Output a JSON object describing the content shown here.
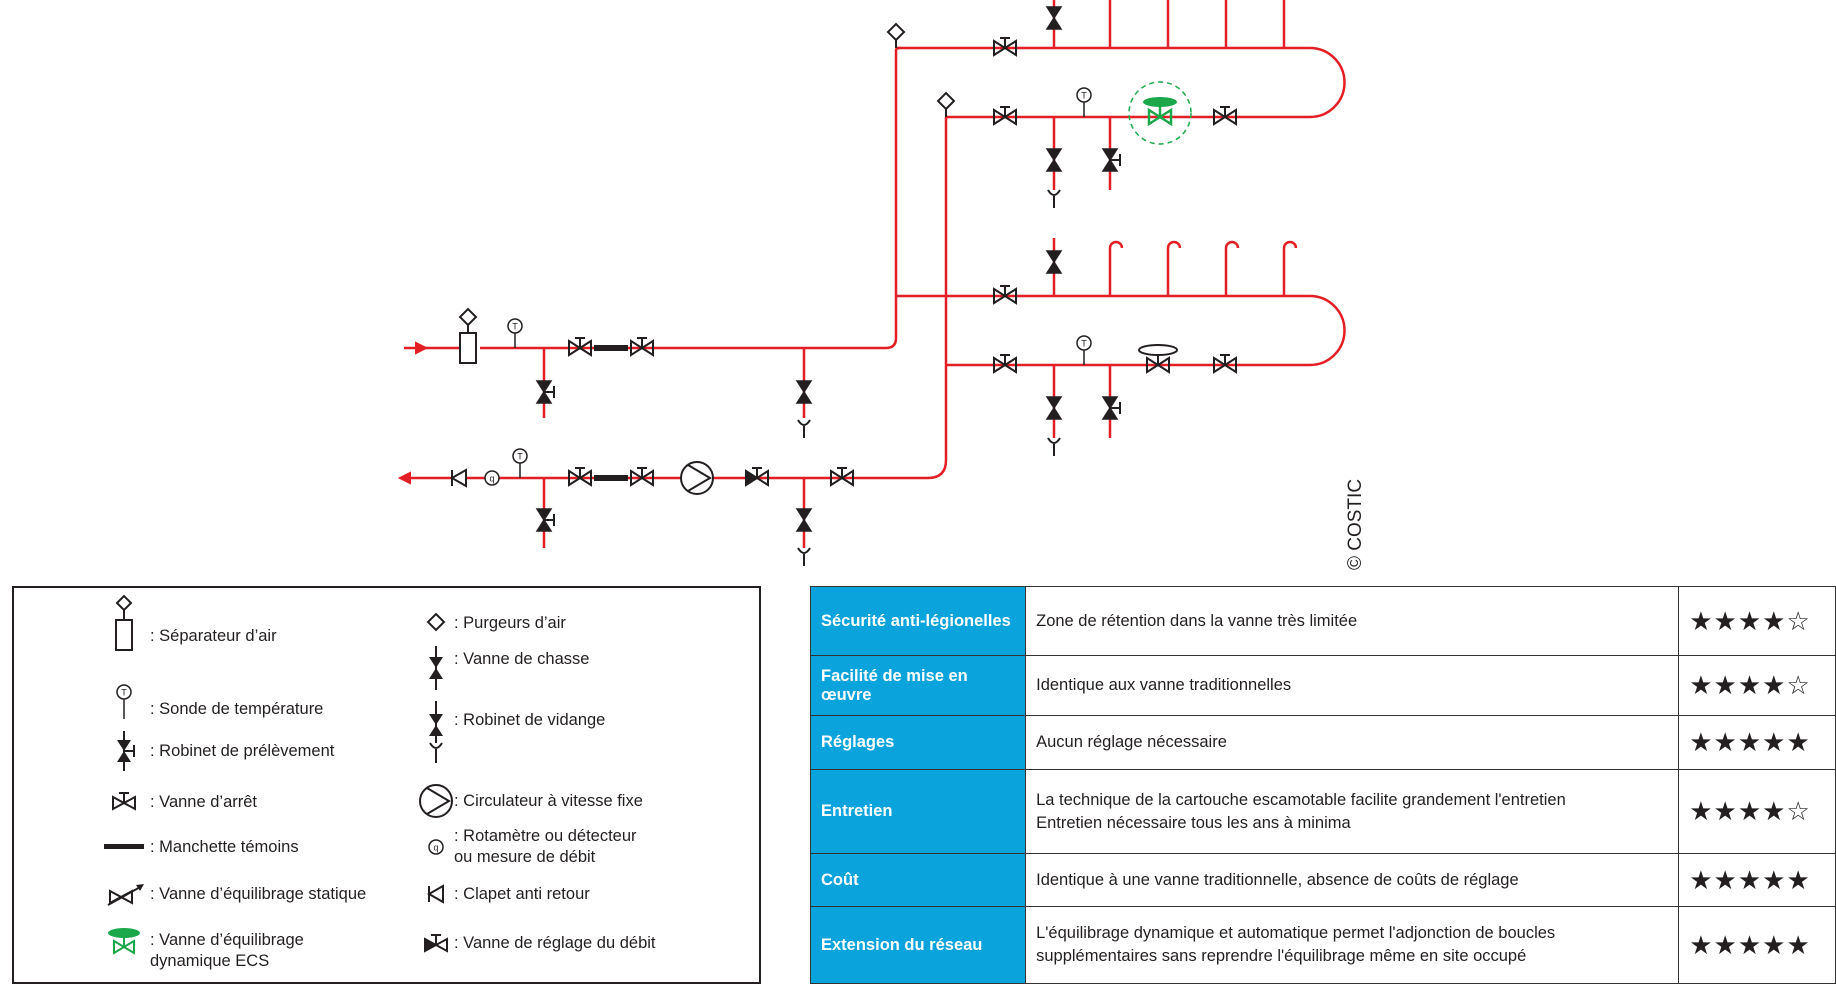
{
  "copyright": "© COSTIC",
  "legend": {
    "items": [
      {
        "icon": "air-separator-icon",
        "label": ": Séparateur d’air"
      },
      {
        "icon": "temperature-probe-icon",
        "label": ": Sonde de température"
      },
      {
        "icon": "sampling-tap-icon",
        "label": ": Robinet de prélèvement"
      },
      {
        "icon": "shutoff-valve-icon",
        "label": ": Vanne d’arrêt"
      },
      {
        "icon": "witness-sleeve-icon",
        "label": ": Manchette témoins"
      },
      {
        "icon": "static-balancing-valve-icon",
        "label": ": Vanne d’équilibrage statique"
      },
      {
        "icon": "dynamic-balancing-valve-icon",
        "label": ": Vanne d’équilibrage\ndynamique ECS"
      },
      {
        "icon": "air-vent-icon",
        "label": ": Purgeurs d’air"
      },
      {
        "icon": "flush-valve-icon",
        "label": ": Vanne de chasse"
      },
      {
        "icon": "drain-valve-icon",
        "label": ": Robinet de vidange"
      },
      {
        "icon": "circulator-icon",
        "label": ": Circulateur à vitesse fixe"
      },
      {
        "icon": "flowmeter-icon",
        "label": ": Rotamètre ou détecteur\nou mesure de débit"
      },
      {
        "icon": "check-valve-icon",
        "label": ": Clapet anti retour"
      },
      {
        "icon": "flow-regulating-valve-icon",
        "label": ": Vanne de réglage du débit"
      }
    ]
  },
  "table": {
    "rows": [
      {
        "criterion": "Sécurité anti-légionelles",
        "description": "Zone de rétention dans la vanne très limitée",
        "rating": 4,
        "stars": "★★★★☆"
      },
      {
        "criterion": "Facilité de mise en œuvre",
        "description": "Identique aux vanne traditionnelles",
        "rating": 4,
        "stars": "★★★★☆"
      },
      {
        "criterion": "Réglages",
        "description": "Aucun réglage nécessaire",
        "rating": 5,
        "stars": "★★★★★"
      },
      {
        "criterion": "Entretien",
        "description": "La technique de la cartouche escamotable facilite grandement l'entretien\nEntretien nécessaire tous les ans à minima",
        "rating": 4,
        "stars": "★★★★☆"
      },
      {
        "criterion": "Coût",
        "description": "Identique à une vanne traditionnelle, absence de coûts de réglage",
        "rating": 5,
        "stars": "★★★★★"
      },
      {
        "criterion": "Extension du réseau",
        "description": "L'équilibrage dynamique et automatique permet l'adjonction de boucles\nsupplémentaires sans reprendre l'équilibrage même en site occupé",
        "rating": 5,
        "stars": "★★★★★"
      }
    ]
  },
  "colors": {
    "pipe": "#e31e24",
    "symbol": "#231f20",
    "dynamic_valve": "#1aa84a",
    "table_header": "#0aa3dc"
  }
}
